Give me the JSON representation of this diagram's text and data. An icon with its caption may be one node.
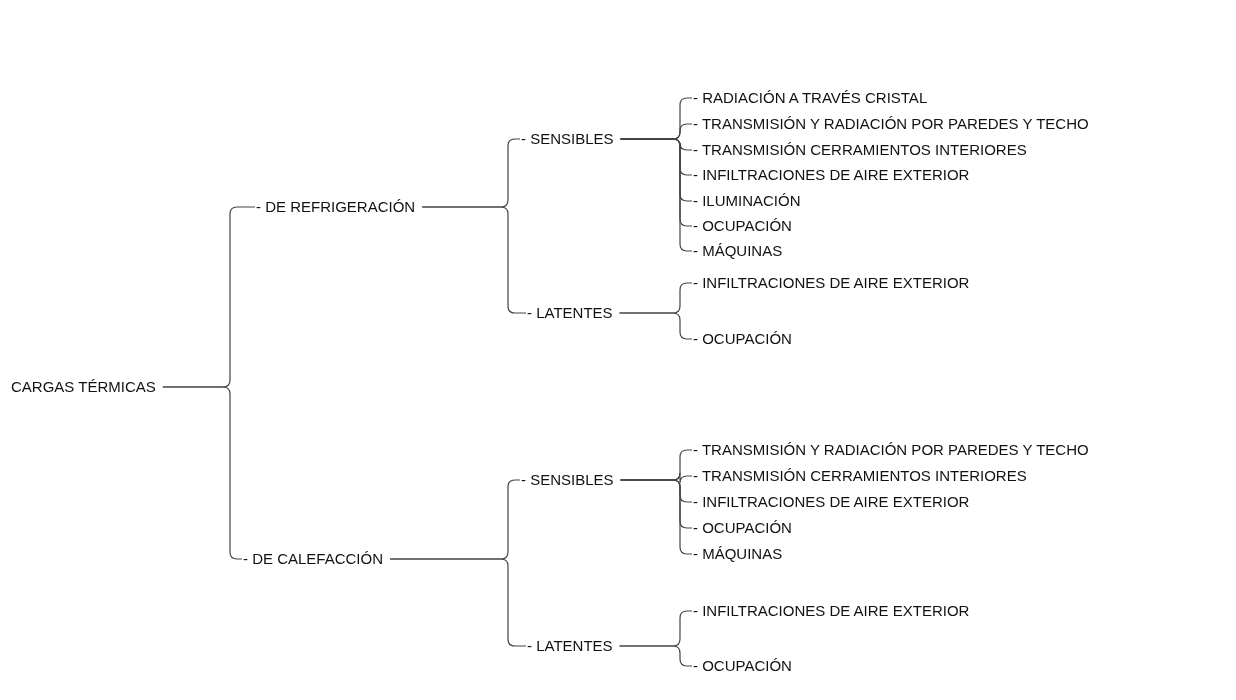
{
  "diagram": {
    "nodes": [
      {
        "text": [
          "CARGAS TÉRMICAS"
        ]
      },
      {
        "text": [
          "- DE REFRIGERACIÓN"
        ]
      },
      {
        "text": [
          "- SENSIBLES"
        ]
      },
      {
        "text": [
          "- RADIACIÓN A TRAVÉS CRISTAL"
        ]
      },
      {
        "text": [
          "- TRANSMISIÓN Y RADIACIÓN POR PAREDES Y TECHO"
        ]
      },
      {
        "text": [
          "- TRANSMISIÓN CERRAMIENTOS INTERIORES"
        ]
      },
      {
        "text": [
          "- INFILTRACIONES DE AIRE EXTERIOR"
        ]
      },
      {
        "text": [
          "- ILUMINACIÓN"
        ]
      },
      {
        "text": [
          "- OCUPACIÓN"
        ]
      },
      {
        "text": [
          "- MÁQUINAS"
        ]
      },
      {
        "text": [
          "- LATENTES"
        ]
      },
      {
        "text": [
          "- INFILTRACIONES DE AIRE EXTERIOR"
        ]
      },
      {
        "text": [
          "- OCUPACIÓN"
        ]
      },
      {
        "text": [
          "- DE CALEFACCIÓN"
        ]
      },
      {
        "text": [
          "- SENSIBLES"
        ]
      },
      {
        "text": [
          "- TRANSMISIÓN Y RADIACIÓN POR PAREDES Y TECHO"
        ]
      },
      {
        "text": [
          "- TRANSMISIÓN CERRAMIENTOS INTERIORES"
        ]
      },
      {
        "text": [
          "- INFILTRACIONES DE AIRE EXTERIOR"
        ]
      },
      {
        "text": [
          "- OCUPACIÓN"
        ]
      },
      {
        "text": [
          "- MÁQUINAS"
        ]
      },
      {
        "text": [
          "- LATENTES"
        ]
      },
      {
        "text": [
          "- INFILTRACIONES DE AIRE EXTERIOR"
        ]
      },
      {
        "text": [
          "- OCUPACIÓN"
        ]
      }
    ],
    "edges": [
      {
        "from": 0,
        "to": 1,
        "arrow": "none"
      },
      {
        "from": 0,
        "to": 13,
        "arrow": "none"
      },
      {
        "from": 1,
        "to": 2,
        "arrow": "none"
      },
      {
        "from": 1,
        "to": 10,
        "arrow": "none"
      },
      {
        "from": 2,
        "to": 3,
        "arrow": "none"
      },
      {
        "from": 2,
        "to": 4,
        "arrow": "none"
      },
      {
        "from": 2,
        "to": 5,
        "arrow": "none"
      },
      {
        "from": 2,
        "to": 6,
        "arrow": "none"
      },
      {
        "from": 2,
        "to": 7,
        "arrow": "none"
      },
      {
        "from": 2,
        "to": 8,
        "arrow": "none"
      },
      {
        "from": 2,
        "to": 9,
        "arrow": "none"
      },
      {
        "from": 10,
        "to": 11,
        "arrow": "none"
      },
      {
        "from": 10,
        "to": 12,
        "arrow": "none"
      },
      {
        "from": 13,
        "to": 14,
        "arrow": "none"
      },
      {
        "from": 13,
        "to": 20,
        "arrow": "none"
      },
      {
        "from": 14,
        "to": 15,
        "arrow": "none"
      },
      {
        "from": 14,
        "to": 16,
        "arrow": "none"
      },
      {
        "from": 14,
        "to": 17,
        "arrow": "none"
      },
      {
        "from": 14,
        "to": 18,
        "arrow": "none"
      },
      {
        "from": 14,
        "to": 19,
        "arrow": "none"
      },
      {
        "from": 20,
        "to": 21,
        "arrow": "none"
      },
      {
        "from": 20,
        "to": 22,
        "arrow": "none"
      }
    ]
  }
}
